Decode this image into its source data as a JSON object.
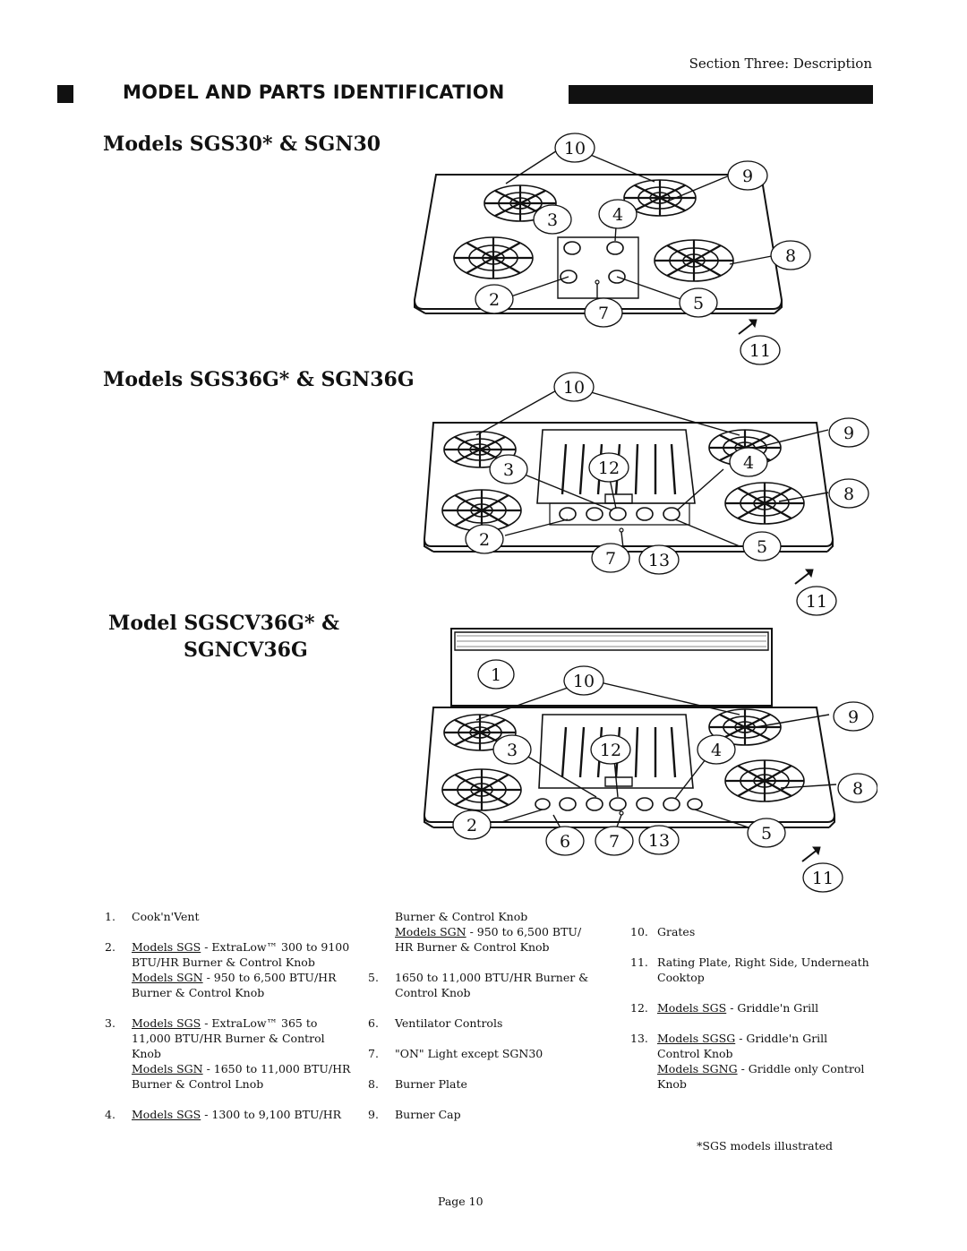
{
  "header": {
    "section_label": "Section Three: Description",
    "title": "MODEL AND PARTS IDENTIFICATION"
  },
  "models": [
    {
      "title": "Models SGS30* & SGN30"
    },
    {
      "title": "Models SGS36G* & SGN36G"
    },
    {
      "title_line1": "Model SGSCV36G* &",
      "title_line2": "SGNCV36G"
    }
  ],
  "callouts": {
    "d1": [
      "10",
      "9",
      "3",
      "4",
      "8",
      "2",
      "7",
      "5",
      "11"
    ],
    "d2": [
      "10",
      "9",
      "3",
      "12",
      "4",
      "8",
      "2",
      "7",
      "13",
      "5",
      "11"
    ],
    "d3": [
      "1",
      "10",
      "9",
      "3",
      "12",
      "4",
      "8",
      "2",
      "6",
      "7",
      "13",
      "5",
      "11"
    ]
  },
  "legend": {
    "col1": [
      {
        "num": "1.",
        "lines": [
          "Cook'n'Vent"
        ]
      },
      {
        "num": "2.",
        "lines": [
          {
            "u": "Models SGS",
            "t": " - ExtraLow™ 300 to 9100"
          },
          "BTU/HR Burner & Control Knob",
          {
            "u": "Models SGN",
            "t": " - 950 to 6,500 BTU/HR"
          },
          "Burner & Control Knob"
        ]
      },
      {
        "num": "3.",
        "lines": [
          {
            "u": "Models SGS",
            "t": " - ExtraLow™ 365 to"
          },
          "11,000 BTU/HR Burner & Control",
          "Knob",
          {
            "u": "Models SGN",
            "t": " - 1650 to 11,000 BTU/HR"
          },
          "Burner & Control Lnob"
        ]
      },
      {
        "num": "4.",
        "lines": [
          {
            "u": "Models SGS",
            "t": " - 1300 to 9,100 BTU/HR"
          }
        ]
      }
    ],
    "col2": [
      {
        "num": "",
        "lines": [
          "Burner & Control Knob",
          {
            "u": "Models SGN",
            "t": " - 950 to 6,500 BTU/"
          },
          "HR Burner & Control Knob"
        ]
      },
      {
        "num": "5.",
        "lines": [
          "1650 to 11,000 BTU/HR Burner &",
          "Control Knob"
        ]
      },
      {
        "num": "6.",
        "lines": [
          "Ventilator Controls"
        ]
      },
      {
        "num": "7.",
        "lines": [
          "\"ON\" Light except SGN30"
        ]
      },
      {
        "num": "8.",
        "lines": [
          "Burner Plate"
        ]
      },
      {
        "num": "9.",
        "lines": [
          "Burner Cap"
        ]
      }
    ],
    "col3": [
      {
        "num": "10.",
        "lines": [
          "Grates"
        ]
      },
      {
        "num": "11.",
        "lines": [
          "Rating Plate, Right Side, Underneath",
          "Cooktop"
        ]
      },
      {
        "num": "12.",
        "lines": [
          {
            "u": "Models SGS",
            "t": " - Griddle'n Grill"
          }
        ]
      },
      {
        "num": "13.",
        "lines": [
          {
            "u": "Models SGSG",
            "t": " - Griddle'n Grill"
          },
          "Control Knob",
          {
            "u": "Models SGNG",
            "t": " - Griddle only Control"
          },
          "Knob"
        ]
      }
    ]
  },
  "footnote": "*SGS models illustrated",
  "page": "Page 10"
}
